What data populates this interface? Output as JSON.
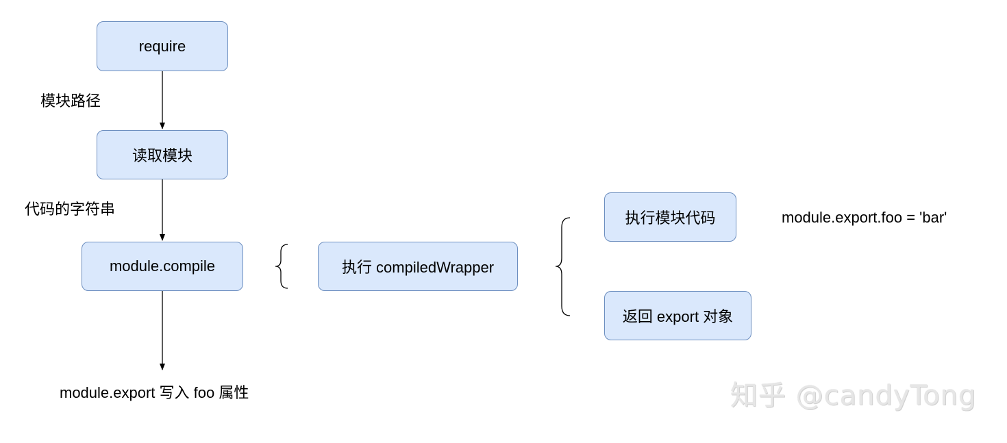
{
  "nodes": {
    "require": "require",
    "read_module": "读取模块",
    "module_compile": "module.compile",
    "exec_wrapper": "执行 compiledWrapper",
    "exec_module_code": "执行模块代码",
    "return_export": "返回 export 对象"
  },
  "labels": {
    "module_path": "模块路径",
    "code_string": "代码的字符串",
    "export_write": "module.export 写入 foo 属性",
    "export_assign": "module.export.foo = 'bar'"
  },
  "watermark": "知乎 @candyTong",
  "colors": {
    "node_fill": "#dae8fc",
    "node_border": "#6c8ebf",
    "line": "#000000"
  }
}
